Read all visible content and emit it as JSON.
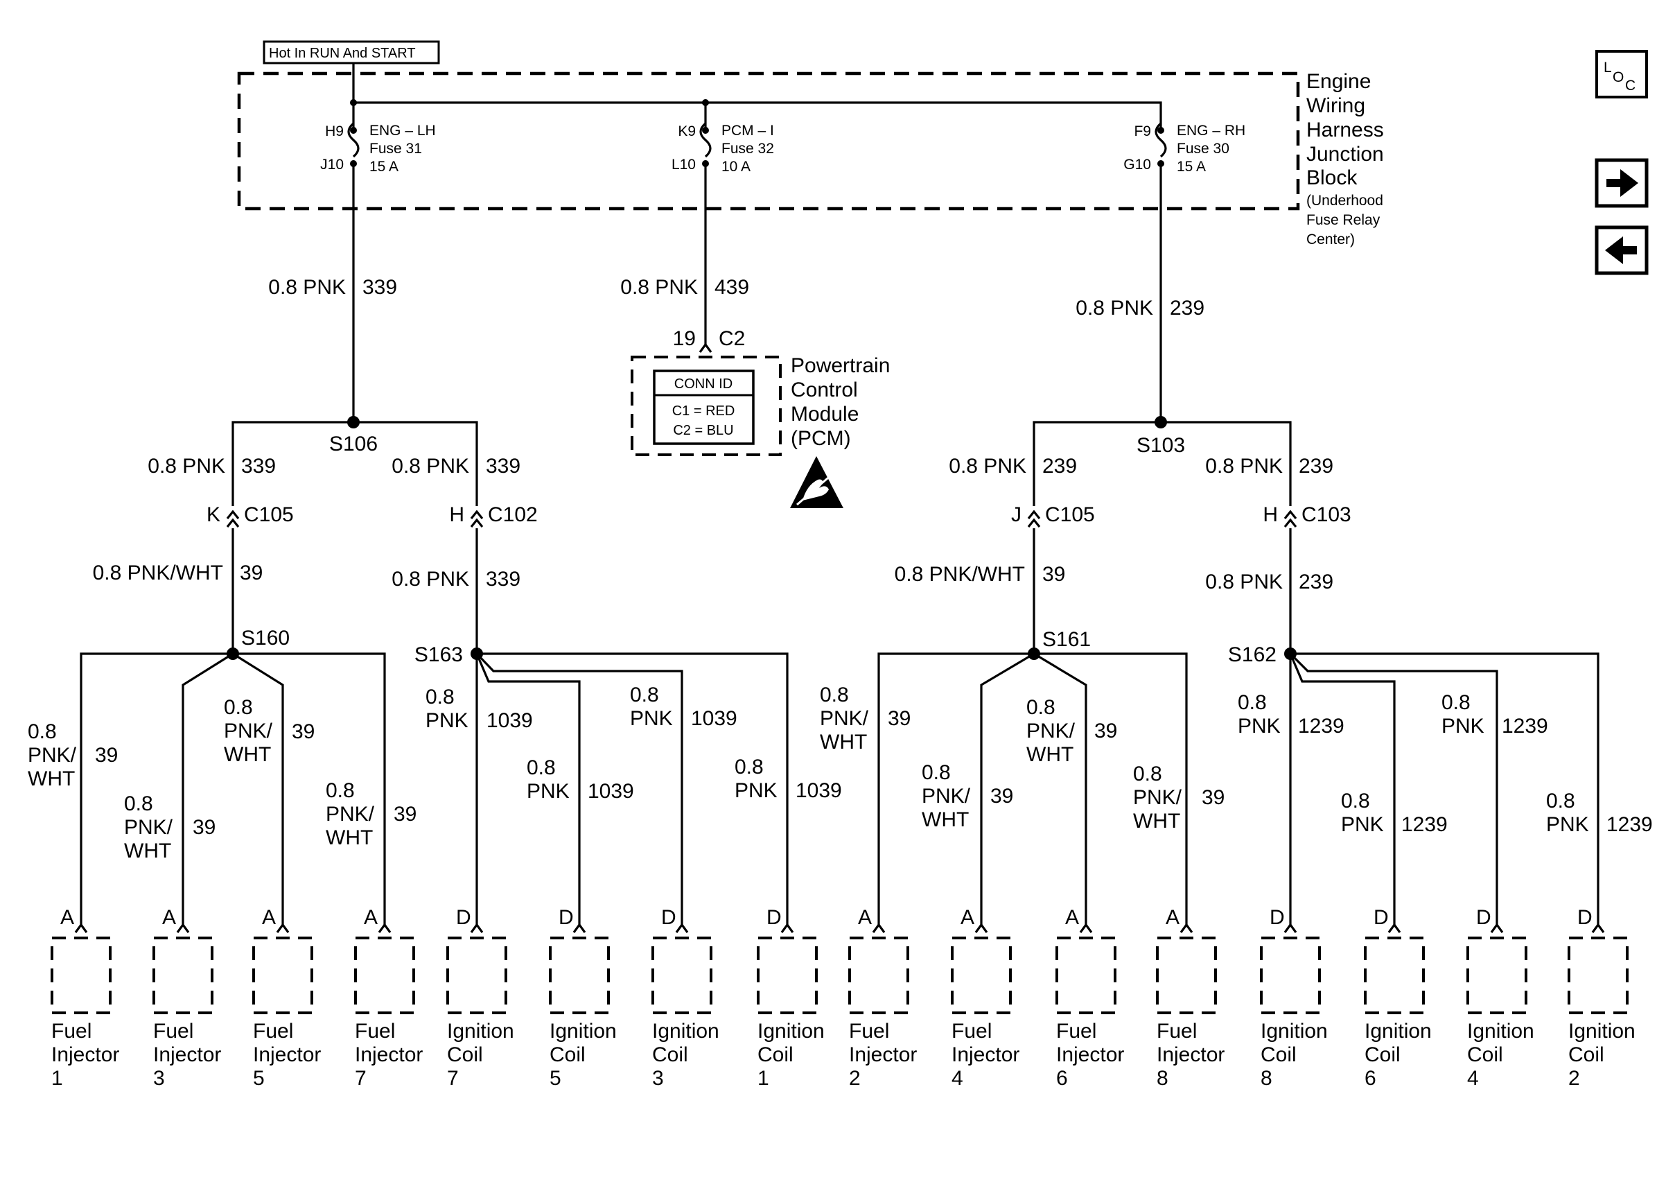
{
  "power_label": "Hot In RUN And START",
  "junction_block": {
    "title_lines": [
      "Engine",
      "Wiring",
      "Harness",
      "Junction",
      "Block"
    ],
    "subtitle_lines": [
      "(Underhood",
      "Fuse Relay",
      "Center)"
    ]
  },
  "fuses": [
    {
      "pin_in": "H9",
      "pin_out": "J10",
      "name": "ENG – LH",
      "fuse": "Fuse 31",
      "rating": "15 A"
    },
    {
      "pin_in": "K9",
      "pin_out": "L10",
      "name": "PCM – I",
      "fuse": "Fuse 32",
      "rating": "10 A"
    },
    {
      "pin_in": "F9",
      "pin_out": "G10",
      "name": "ENG – RH",
      "fuse": "Fuse 30",
      "rating": "15 A"
    }
  ],
  "feed_wires": [
    {
      "gauge": "0.8 PNK",
      "circuit": "339"
    },
    {
      "gauge": "0.8 PNK",
      "circuit": "439"
    },
    {
      "gauge": "0.8 PNK",
      "circuit": "239"
    }
  ],
  "pcm": {
    "pin": "19",
    "connector": "C2",
    "conn_id_title": "CONN ID",
    "conn_id_lines": [
      "C1 = RED",
      "C2 = BLU"
    ],
    "label_lines": [
      "Powertrain",
      "Control",
      "Module",
      "(PCM)"
    ]
  },
  "splices": [
    "S106",
    "S103",
    "S160",
    "S163",
    "S161",
    "S162"
  ],
  "branch_wires": [
    {
      "gauge": "0.8 PNK",
      "circuit": "339"
    },
    {
      "gauge": "0.8 PNK",
      "circuit": "339"
    },
    {
      "gauge": "0.8 PNK",
      "circuit": "239"
    },
    {
      "gauge": "0.8 PNK",
      "circuit": "239"
    }
  ],
  "inline_connectors": [
    {
      "pin": "K",
      "connector": "C105"
    },
    {
      "pin": "H",
      "connector": "C102"
    },
    {
      "pin": "J",
      "connector": "C105"
    },
    {
      "pin": "H",
      "connector": "C103"
    }
  ],
  "lower_wires": [
    {
      "gauge": "0.8 PNK/WHT",
      "circuit": "39"
    },
    {
      "gauge": "0.8 PNK",
      "circuit": "339"
    },
    {
      "gauge": "0.8 PNK/WHT",
      "circuit": "39"
    },
    {
      "gauge": "0.8 PNK",
      "circuit": "239"
    }
  ],
  "drop_wires": [
    {
      "lines": [
        "0.8",
        "PNK/",
        "WHT"
      ],
      "circuit": "39"
    },
    {
      "lines": [
        "0.8",
        "PNK/",
        "WHT"
      ],
      "circuit": "39"
    },
    {
      "lines": [
        "0.8",
        "PNK/",
        "WHT"
      ],
      "circuit": "39"
    },
    {
      "lines": [
        "0.8",
        "PNK/",
        "WHT"
      ],
      "circuit": "39"
    },
    {
      "lines": [
        "0.8",
        "PNK"
      ],
      "circuit": "1039"
    },
    {
      "lines": [
        "0.8",
        "PNK"
      ],
      "circuit": "1039"
    },
    {
      "lines": [
        "0.8",
        "PNK"
      ],
      "circuit": "1039"
    },
    {
      "lines": [
        "0.8",
        "PNK"
      ],
      "circuit": "1039"
    },
    {
      "lines": [
        "0.8",
        "PNK/",
        "WHT"
      ],
      "circuit": "39"
    },
    {
      "lines": [
        "0.8",
        "PNK/",
        "WHT"
      ],
      "circuit": "39"
    },
    {
      "lines": [
        "0.8",
        "PNK/",
        "WHT"
      ],
      "circuit": "39"
    },
    {
      "lines": [
        "0.8",
        "PNK/",
        "WHT"
      ],
      "circuit": "39"
    },
    {
      "lines": [
        "0.8",
        "PNK"
      ],
      "circuit": "1239"
    },
    {
      "lines": [
        "0.8",
        "PNK"
      ],
      "circuit": "1239"
    },
    {
      "lines": [
        "0.8",
        "PNK"
      ],
      "circuit": "1239"
    },
    {
      "lines": [
        "0.8",
        "PNK"
      ],
      "circuit": "1239"
    }
  ],
  "components": [
    {
      "pin": "A",
      "lines": [
        "Fuel",
        "Injector",
        "1"
      ]
    },
    {
      "pin": "A",
      "lines": [
        "Fuel",
        "Injector",
        "3"
      ]
    },
    {
      "pin": "A",
      "lines": [
        "Fuel",
        "Injector",
        "5"
      ]
    },
    {
      "pin": "A",
      "lines": [
        "Fuel",
        "Injector",
        "7"
      ]
    },
    {
      "pin": "D",
      "lines": [
        "Ignition",
        "Coil",
        "7"
      ]
    },
    {
      "pin": "D",
      "lines": [
        "Ignition",
        "Coil",
        "5"
      ]
    },
    {
      "pin": "D",
      "lines": [
        "Ignition",
        "Coil",
        "3"
      ]
    },
    {
      "pin": "D",
      "lines": [
        "Ignition",
        "Coil",
        "1"
      ]
    },
    {
      "pin": "A",
      "lines": [
        "Fuel",
        "Injector",
        "2"
      ]
    },
    {
      "pin": "A",
      "lines": [
        "Fuel",
        "Injector",
        "4"
      ]
    },
    {
      "pin": "A",
      "lines": [
        "Fuel",
        "Injector",
        "6"
      ]
    },
    {
      "pin": "A",
      "lines": [
        "Fuel",
        "Injector",
        "8"
      ]
    },
    {
      "pin": "D",
      "lines": [
        "Ignition",
        "Coil",
        "8"
      ]
    },
    {
      "pin": "D",
      "lines": [
        "Ignition",
        "Coil",
        "6"
      ]
    },
    {
      "pin": "D",
      "lines": [
        "Ignition",
        "Coil",
        "4"
      ]
    },
    {
      "pin": "D",
      "lines": [
        "Ignition",
        "Coil",
        "2"
      ]
    }
  ],
  "nav": {
    "loc_icon": "loc-icon",
    "next_icon": "right-arrow-icon",
    "prev_icon": "left-arrow-icon"
  }
}
